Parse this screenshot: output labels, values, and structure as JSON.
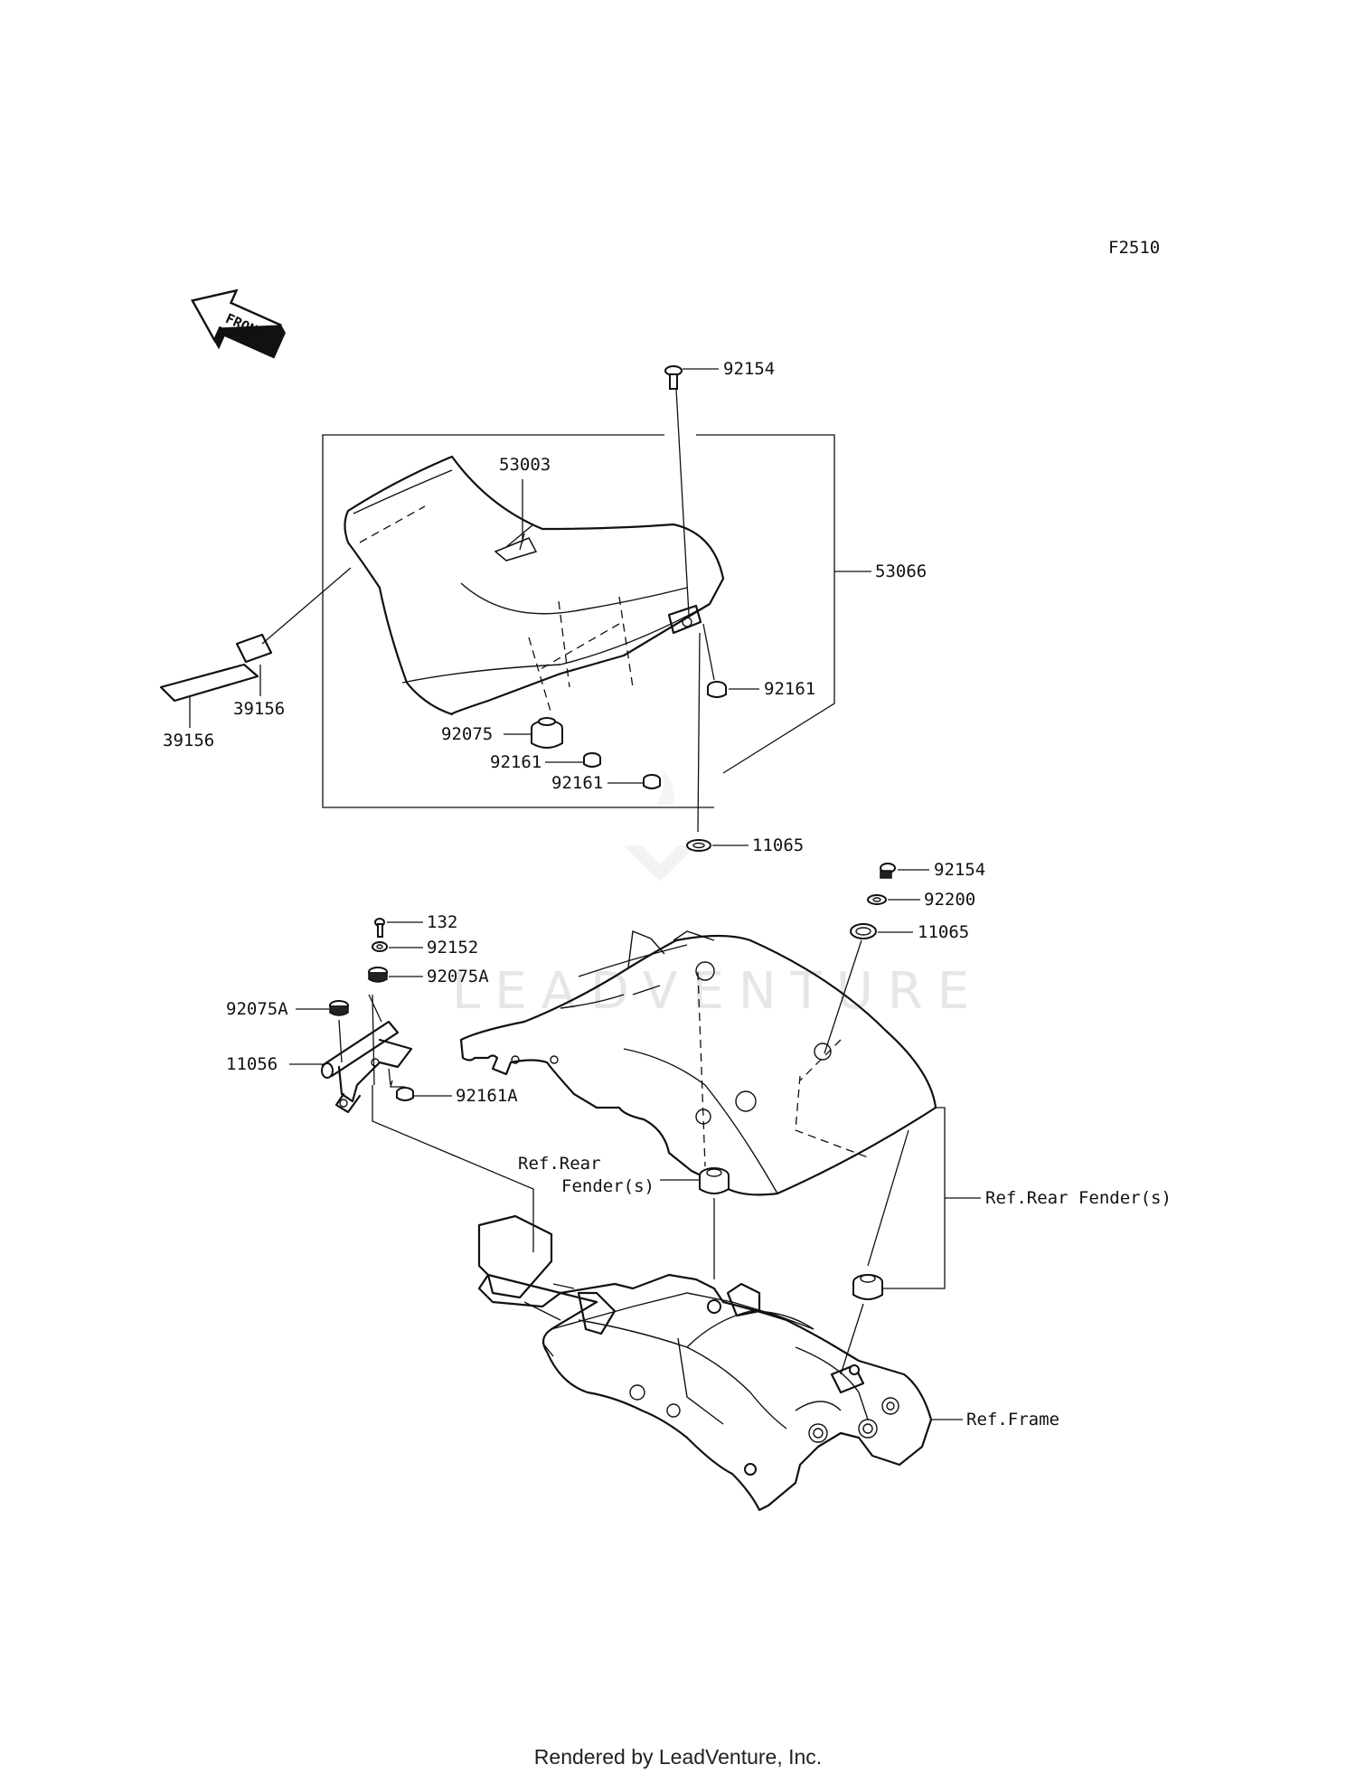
{
  "figure_code": "F2510",
  "front_arrow": {
    "text": "FRONT",
    "icon": "front-arrow-icon"
  },
  "watermark": "LEADVENTURE",
  "footer": "Rendered by LeadVenture, Inc.",
  "callouts": {
    "p92154_top": "92154",
    "p53003": "53003",
    "p53066": "53066",
    "p92161_right": "92161",
    "p92075": "92075",
    "p92161_a": "92161",
    "p92161_b": "92161",
    "p39156_a": "39156",
    "p39156_b": "39156",
    "p11065_center": "11065",
    "p92154_right": "92154",
    "p92200": "92200",
    "p11065_right": "11065",
    "p132": "132",
    "p92152": "92152",
    "p92075A_a": "92075A",
    "p92075A_b": "92075A",
    "p11056": "11056",
    "p92161A": "92161A",
    "ref_rear_fender_1a": "Ref.Rear",
    "ref_rear_fender_1b": "Fender(s)",
    "ref_rear_fender_2": "Ref.Rear Fender(s)",
    "ref_frame": "Ref.Frame"
  }
}
